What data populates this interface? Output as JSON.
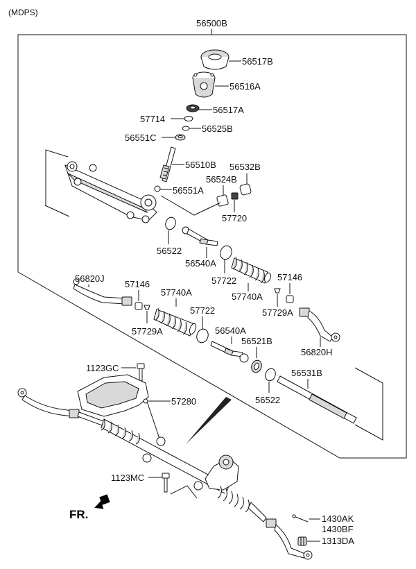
{
  "header": {
    "variant": "(MDPS)"
  },
  "assembly": {
    "number": "56500B"
  },
  "orientation": {
    "front_label": "FR."
  },
  "parts": {
    "p56517B": "56517B",
    "p56516A": "56516A",
    "p56517A": "56517A",
    "p57714": "57714",
    "p56525B": "56525B",
    "p56551C": "56551C",
    "p56510B": "56510B",
    "p56532B": "56532B",
    "p56524B": "56524B",
    "p56551A": "56551A",
    "p57720": "57720",
    "p56522_top": "56522",
    "p56540A_top": "56540A",
    "p57722_top": "57722",
    "p57740A_right": "57740A",
    "p57146_right": "57146",
    "p57729A_right": "57729A",
    "p56820J": "56820J",
    "p57146_left": "57146",
    "p57740A_left": "57740A",
    "p57722_mid": "57722",
    "p57729A_left": "57729A",
    "p56540A_mid": "56540A",
    "p56521B": "56521B",
    "p56820H": "56820H",
    "p56531B": "56531B",
    "p56522_bottom": "56522",
    "p1123GC": "1123GC",
    "p57280": "57280",
    "p1123MC": "1123MC",
    "p1430AK": "1430AK",
    "p1430BF": "1430BF",
    "p1313DA": "1313DA"
  }
}
